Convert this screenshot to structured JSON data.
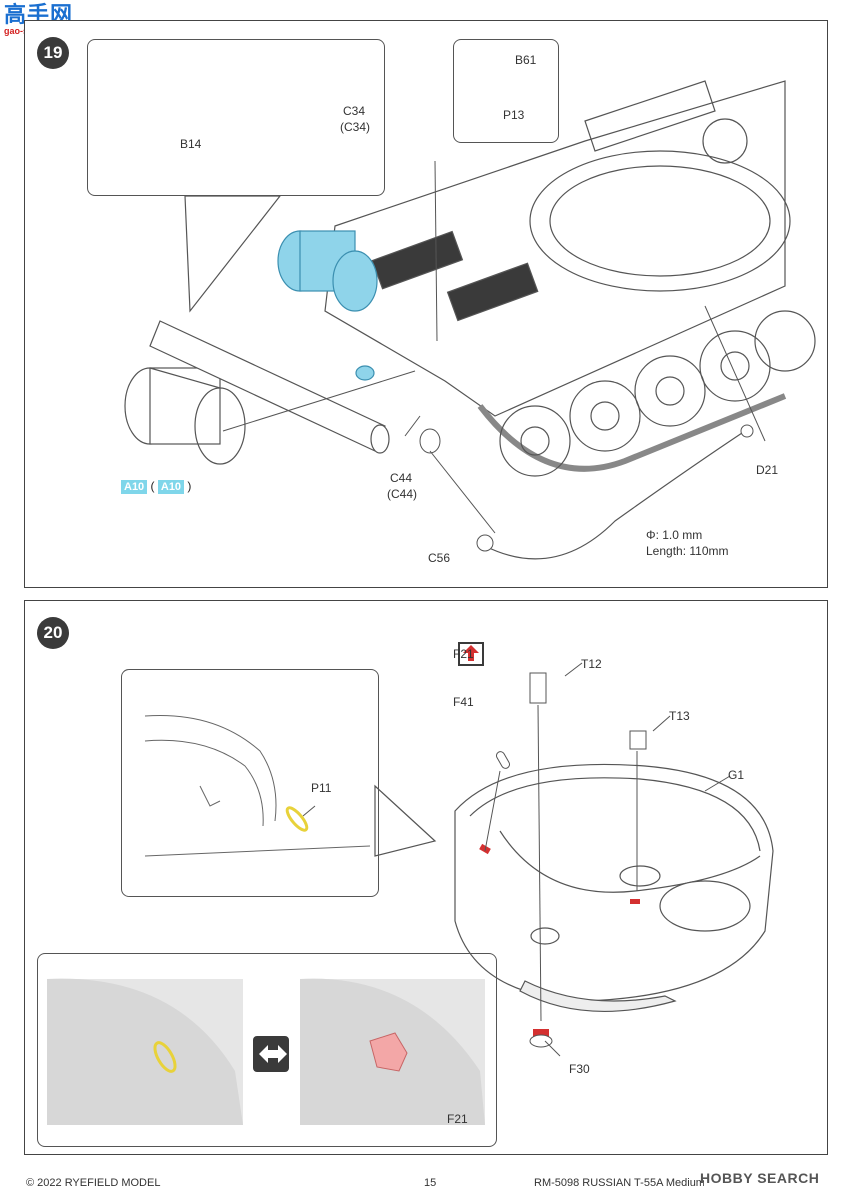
{
  "watermark": {
    "logo": "高手网",
    "url": "gao-shou.com"
  },
  "steps": {
    "s19": {
      "number": "19",
      "labels": {
        "b14": "B14",
        "c34": "C34",
        "c34_paren": "(C34)",
        "b61": "B61",
        "p13": "P13",
        "c44": "C44",
        "c44_paren": "(C44)",
        "c56": "C56",
        "d21": "D21",
        "wire_diameter": "Φ: 1.0 mm",
        "wire_length": "Length: 110mm",
        "a10_1": "A10",
        "a10_2": "A10",
        "paren_open": "(",
        "paren_close": ")"
      }
    },
    "s20": {
      "number": "20",
      "labels": {
        "f21_top": "F21",
        "f41": "F41",
        "t12": "T12",
        "t13": "T13",
        "g1": "G1",
        "p11": "P11",
        "f30": "F30",
        "f21_bottom": "F21"
      }
    }
  },
  "footer": {
    "copyright": "© 2022 RYEFIELD MODEL",
    "page": "15",
    "title": "RM-5098 RUSSIAN T-55A Medium Tank WITH NI...",
    "brand": "HOBBY SEARCH"
  },
  "colors": {
    "highlight_blue": "#8fd4ea",
    "highlight_red": "#d43030",
    "highlight_yellow": "#e8d23a",
    "step_circle": "#3a3a3a"
  }
}
